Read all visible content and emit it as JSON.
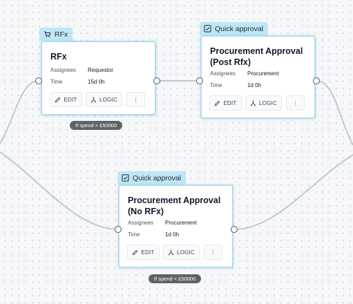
{
  "nodes": {
    "rfx": {
      "tag": "RFx",
      "tag_icon": "cart-icon",
      "title": "RFx",
      "assignees_label": "Assignees",
      "assignees_value": "Requestor",
      "time_label": "Time",
      "time_value": "15d 0h",
      "edit_label": "EDIT",
      "logic_label": "LOGIC",
      "more_label": "⋮"
    },
    "post_rfx": {
      "tag": "Quick approval",
      "tag_icon": "checkbox-icon",
      "title": "Procurement Approval (Post Rfx)",
      "assignees_label": "Assignees",
      "assignees_value": "Procurement",
      "time_label": "Time",
      "time_value": "1d 0h",
      "edit_label": "EDIT",
      "logic_label": "LOGIC",
      "more_label": "⋮"
    },
    "no_rfx": {
      "tag": "Quick approval",
      "tag_icon": "checkbox-icon",
      "title": "Procurement Approval (No RFx)",
      "assignees_label": "Assignees",
      "assignees_value": "Procurement",
      "time_label": "Time",
      "time_value": "1d 0h",
      "edit_label": "EDIT",
      "logic_label": "LOGIC",
      "more_label": "⋮"
    }
  },
  "conditions": {
    "spend_gt": "If spend > £50000",
    "spend_lt": "If spend < £50000"
  },
  "colors": {
    "tag_bg": "#bfe6f6",
    "card_border": "#a9def5",
    "edge": "#c3c7cd",
    "pill_bg": "#5f6368"
  }
}
